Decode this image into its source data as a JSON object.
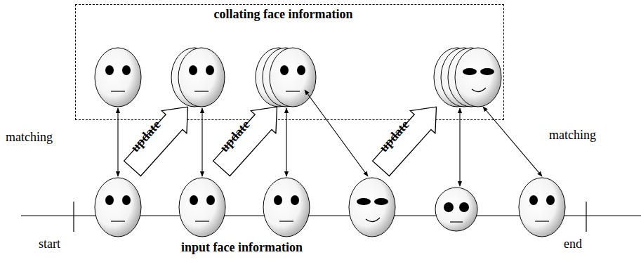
{
  "diagram": {
    "nodes": [
      {
        "text": [
          "collating face information"
        ]
      },
      {
        "text": [
          "update"
        ]
      },
      {
        "text": [
          "update"
        ]
      },
      {
        "text": [
          "update"
        ]
      }
    ],
    "labels": [
      "matching",
      "matching",
      "start",
      "end",
      "input face information"
    ]
  }
}
